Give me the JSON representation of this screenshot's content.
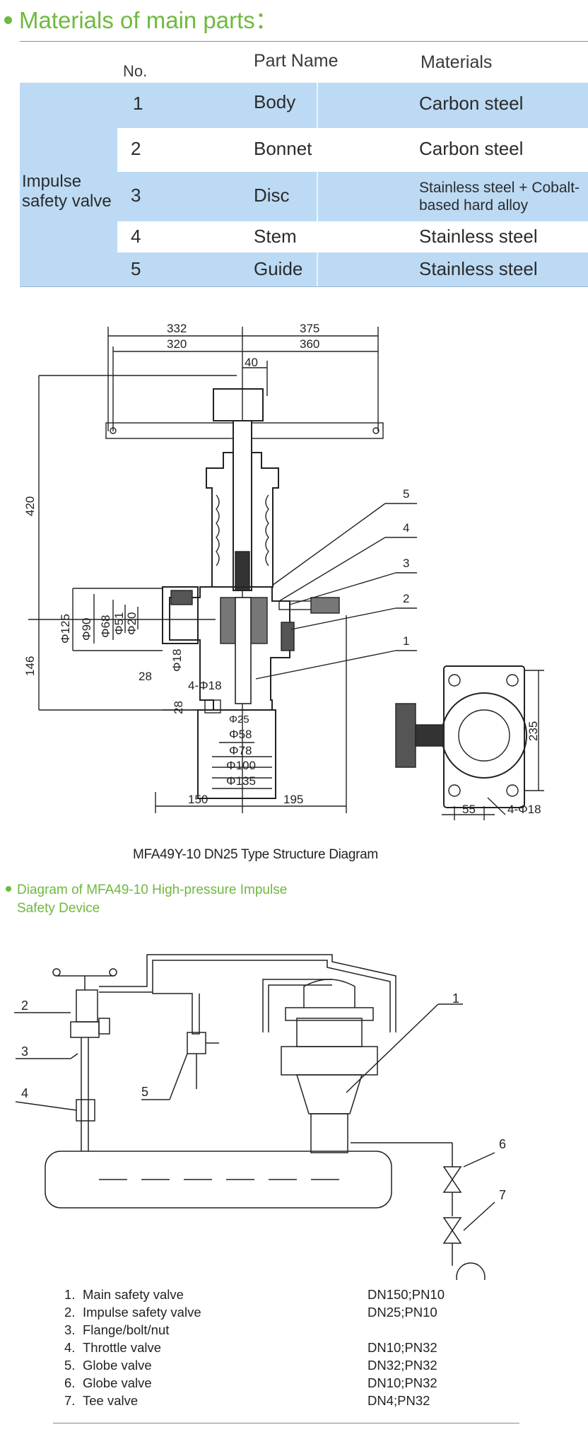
{
  "materials": {
    "title": "Materials of main parts：",
    "headers": {
      "no": "No.",
      "part": "Part Name",
      "material": "Materials"
    },
    "group_label": "Impulse safety valve",
    "rows": [
      {
        "no": "1",
        "part": "Body",
        "material": "Carbon steel"
      },
      {
        "no": "2",
        "part": "Bonnet",
        "material": "Carbon steel"
      },
      {
        "no": "3",
        "part": "Disc",
        "material": "Stainless steel + Cobalt-based hard alloy"
      },
      {
        "no": "4",
        "part": "Stem",
        "material": "Stainless steel"
      },
      {
        "no": "5",
        "part": "Guide",
        "material": "Stainless steel"
      }
    ],
    "colors": {
      "accent": "#6fb93f",
      "row_blue": "#bcdaf4"
    }
  },
  "structure_diagram": {
    "caption": "MFA49Y-10 DN25 Type Structure Diagram",
    "dims": {
      "d332": "332",
      "d375": "375",
      "d320": "320",
      "d360": "360",
      "d40": "40",
      "d420": "420",
      "d146": "146",
      "d28a": "28",
      "d28b": "28",
      "phi125": "Φ125",
      "phi90": "Φ90",
      "phi68": "Φ68",
      "phi51": "Φ51",
      "phi20": "Φ20",
      "phi18": "Φ18",
      "holes4phi18": "4-Φ18",
      "phi25": "Φ25",
      "phi58": "Φ58",
      "phi78": "Φ78",
      "phi100": "Φ100",
      "phi135": "Φ135",
      "d150": "150",
      "d195": "195",
      "d235": "235",
      "d55": "55",
      "holes4phi18b": "4-Φ18"
    },
    "callouts": [
      "1",
      "2",
      "3",
      "4",
      "5"
    ]
  },
  "device_diagram": {
    "title_line1": "Diagram of MFA49-10 High-pressure Impulse",
    "title_line2": "Safety Device",
    "callouts": [
      "1",
      "2",
      "3",
      "4",
      "5",
      "6",
      "7"
    ]
  },
  "legend": [
    {
      "num": "1.",
      "name": "Main safety valve",
      "spec": "DN150;PN10"
    },
    {
      "num": "2.",
      "name": "Impulse safety valve",
      "spec": "DN25;PN10"
    },
    {
      "num": "3.",
      "name": "Flange/bolt/nut",
      "spec": ""
    },
    {
      "num": "4.",
      "name": "Throttle valve",
      "spec": "DN10;PN32"
    },
    {
      "num": "5.",
      "name": "Globe valve",
      "spec": "DN32;PN32"
    },
    {
      "num": "6.",
      "name": "Globe valve",
      "spec": "DN10;PN32"
    },
    {
      "num": "7.",
      "name": "Tee valve",
      "spec": "DN4;PN32"
    }
  ]
}
